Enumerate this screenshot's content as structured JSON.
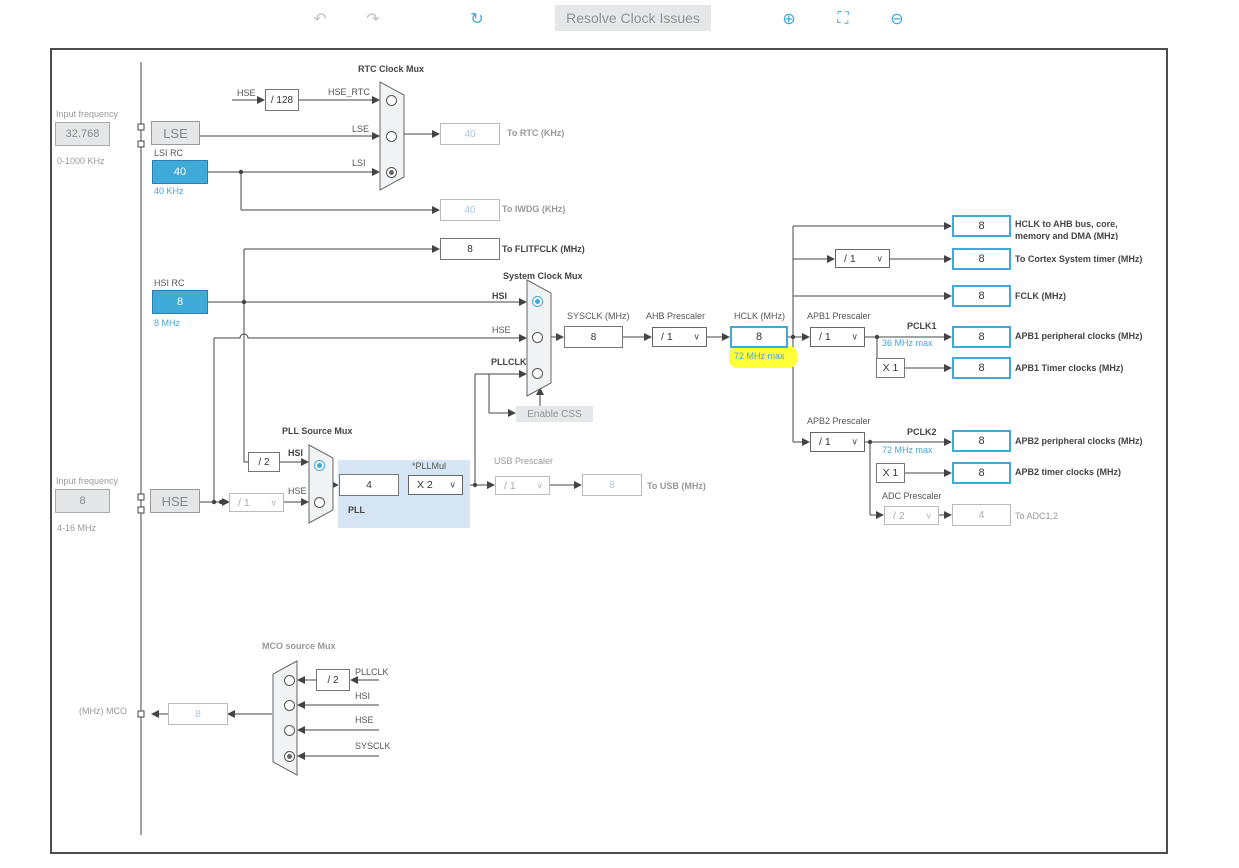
{
  "toolbar": {
    "undo_icon": "undo-icon",
    "redo_icon": "redo-icon",
    "refresh_icon": "refresh-icon",
    "resolve_label": "Resolve Clock Issues",
    "zoom_in_icon": "zoom-in-icon",
    "fit_icon": "fit-screen-icon",
    "zoom_out_icon": "zoom-out-icon"
  },
  "inputs": {
    "lse_freq_label": "Input frequency",
    "lse_freq_value": "32.768",
    "lse_range": "0-1000 KHz",
    "hse_freq_label": "Input frequency",
    "hse_freq_value": "8",
    "hse_range": "4-16 MHz"
  },
  "sources": {
    "lse": "LSE",
    "lsi_rc": "LSI RC",
    "lsi_value": "40",
    "lsi_note": "40 KHz",
    "hsi_rc": "HSI RC",
    "hsi_value": "8",
    "hsi_note": "8 MHz",
    "hse": "HSE"
  },
  "rtc": {
    "mux_title": "RTC Clock Mux",
    "hse_label": "HSE",
    "div128": "/ 128",
    "hse_rtc": "HSE_RTC",
    "lse_label": "LSE",
    "lsi_label": "LSI",
    "rtc_value": "40",
    "rtc_label": "To RTC (KHz)",
    "iwdg_value": "40",
    "iwdg_label": "To IWDG (KHz)"
  },
  "flitf": {
    "value": "8",
    "label": "To FLITFCLK (MHz)"
  },
  "sysmux": {
    "title": "System Clock Mux",
    "hsi": "HSI",
    "hse": "HSE",
    "pllclk": "PLLCLK",
    "enable_css": "Enable CSS",
    "sysclk_label": "SYSCLK (MHz)",
    "sysclk_value": "8"
  },
  "ahb": {
    "label": "AHB Prescaler",
    "value": "/ 1",
    "hclk_label": "HCLK (MHz)",
    "hclk_value": "8",
    "hclk_max": "72 MHz max"
  },
  "apb1": {
    "label": "APB1 Prescaler",
    "value": "/ 1",
    "pclk": "PCLK1",
    "max": "36 MHz max",
    "x": "X 1"
  },
  "apb2": {
    "label": "APB2 Prescaler",
    "value": "/ 1",
    "pclk": "PCLK2",
    "max": "72 MHz max",
    "x": "X 1"
  },
  "adc": {
    "label": "ADC Prescaler",
    "value": "/ 2",
    "out": "4",
    "out_label": "To ADC1,2"
  },
  "outputs": [
    {
      "value": "8",
      "label": "HCLK to AHB bus, core,",
      "label2": "memory and DMA (MHz)"
    },
    {
      "value": "8",
      "label": "To Cortex System timer (MHz)",
      "div": "/ 1"
    },
    {
      "value": "8",
      "label": "FCLK (MHz)"
    },
    {
      "value": "8",
      "label": "APB1 peripheral clocks (MHz)"
    },
    {
      "value": "8",
      "label": "APB1 Timer clocks (MHz)"
    },
    {
      "value": "8",
      "label": "APB2 peripheral clocks (MHz)"
    },
    {
      "value": "8",
      "label": "APB2 timer clocks (MHz)"
    }
  ],
  "pll": {
    "src_title": "PLL Source Mux",
    "hsi_div": "/ 2",
    "hsi": "HSI",
    "hse": "HSE",
    "hse_div": "/ 1",
    "value": "4",
    "mul_label": "*PLLMul",
    "mul_value": "X 2",
    "label": "PLL"
  },
  "usb": {
    "label": "USB Prescaler",
    "value": "/ 1",
    "out": "8",
    "out_label": "To USB (MHz)"
  },
  "mco": {
    "title": "MCO source Mux",
    "pllclk": "PLLCLK",
    "div": "/ 2",
    "hsi": "HSI",
    "hse": "HSE",
    "sysclk": "SYSCLK",
    "value": "8",
    "label": "(MHz) MCO"
  },
  "colors": {
    "accent": "#3fa9d8",
    "highlight": "#ffff3a",
    "pll_bg": "#d6e6f4"
  }
}
